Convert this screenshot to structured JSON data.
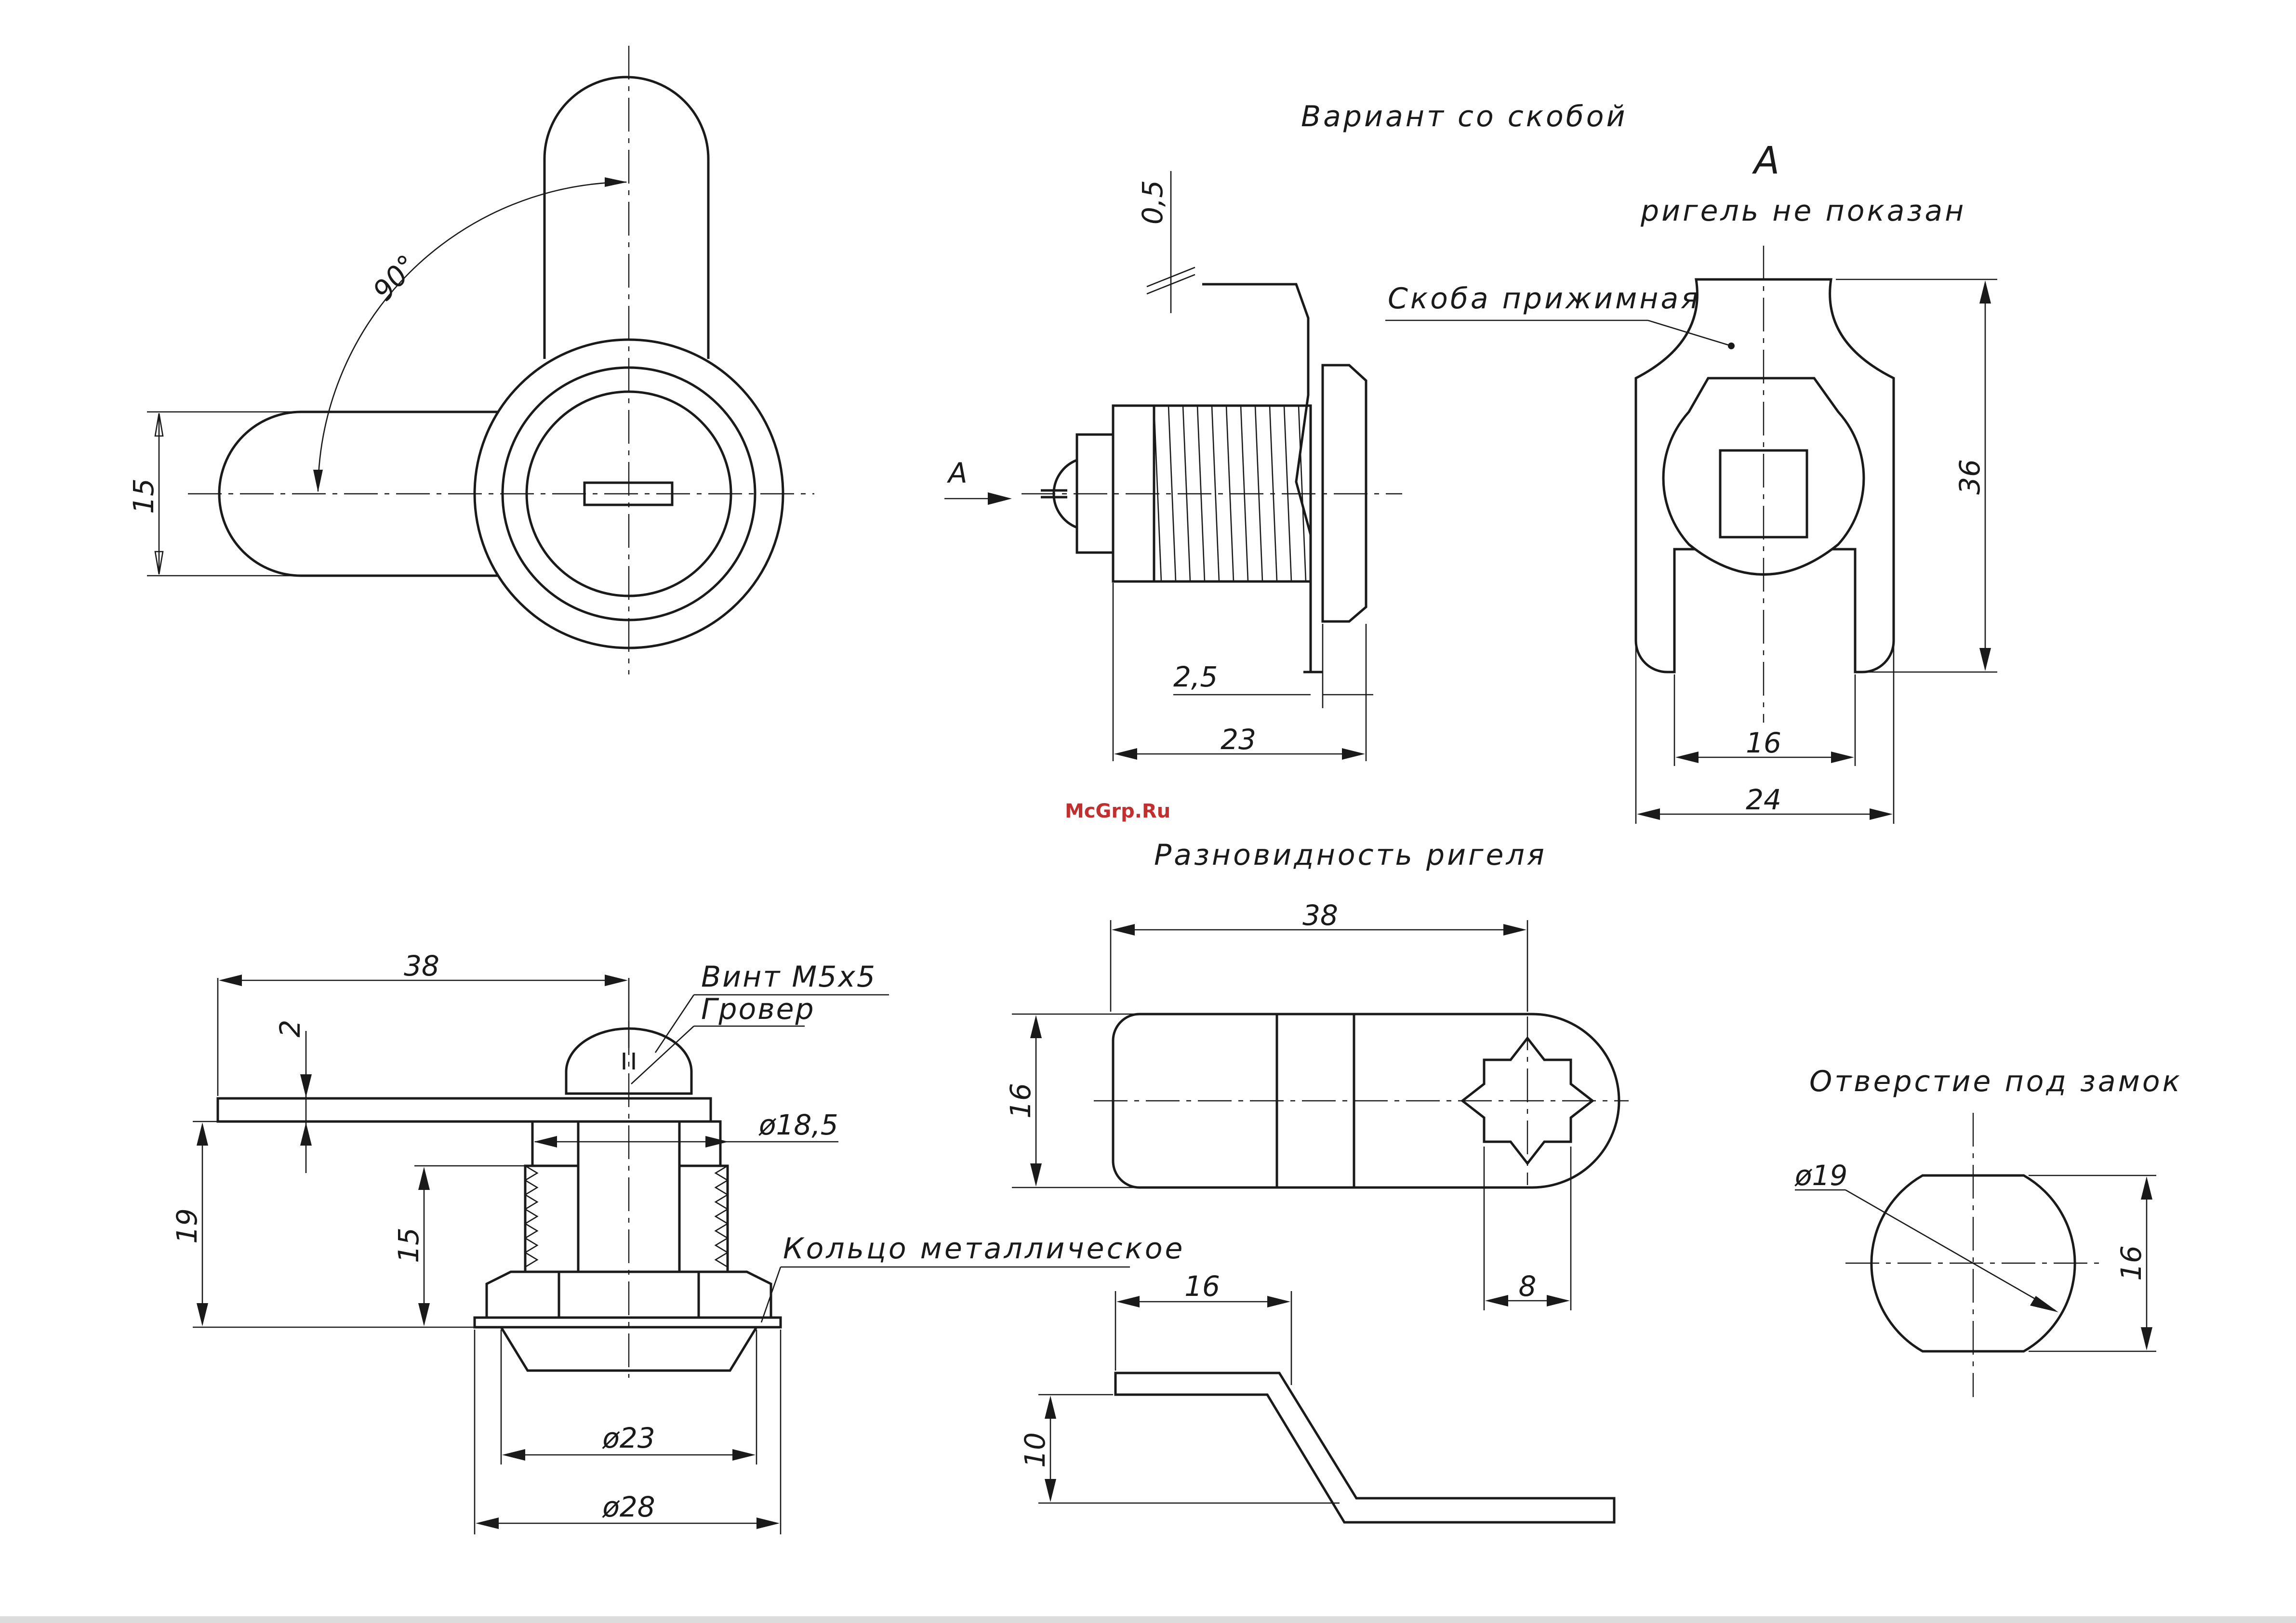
{
  "labels": {
    "variant_with_bracket": "Вариант со скобой",
    "view_a": "А",
    "arrow_a": "А",
    "bolt_not_shown": "ригель не показан",
    "clamp_bracket": "Скоба прижимная",
    "bolt_variant": "Разновидность ригеля",
    "screw": "Винт М5х5",
    "grover": "Гровер",
    "metal_ring": "Кольцо металлическое",
    "lock_hole": "Отверстие под замок",
    "watermark": "McGrp.Ru"
  },
  "dimensions": {
    "front_height": "15",
    "angle": "90°",
    "bracket_thickness": "0,5",
    "gap": "2,5",
    "body_length": "23",
    "bracket_height": "36",
    "inner_width": "16",
    "outer_width": "24",
    "side_length": "38",
    "plate_thickness": "2",
    "thread_diameter": "ø18,5",
    "overall_height": "19",
    "thread_length": "15",
    "flange_diameter": "ø23",
    "ring_diameter": "ø28",
    "bolt_length": "38",
    "bolt_width": "16",
    "square_size": "8",
    "step_length": "16",
    "step_offset": "10",
    "hole_diameter": "ø19",
    "hole_flat": "16"
  }
}
